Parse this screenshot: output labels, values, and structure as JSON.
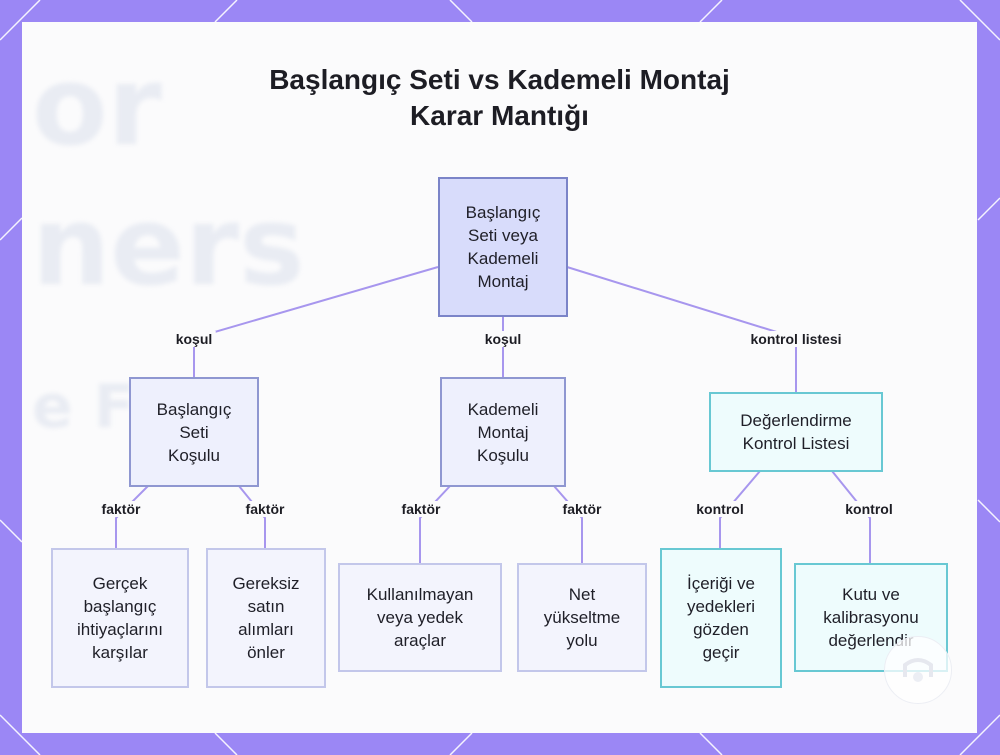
{
  "diagram": {
    "title_line1": "Başlangıç Seti vs Kademeli Montaj",
    "title_line2": "Karar Mantığı",
    "watermark": {
      "text1": "or",
      "text2": "ners",
      "text3": "e F"
    },
    "nodes": {
      "root": [
        "Başlangıç",
        "Seti veya",
        "Kademeli",
        "Montaj"
      ],
      "starter": [
        "Başlangıç",
        "Seti",
        "Koşulu"
      ],
      "incremental": [
        "Kademeli",
        "Montaj",
        "Koşulu"
      ],
      "checklist": [
        "Değerlendirme",
        "Kontrol Listesi"
      ],
      "leaf1": [
        "Gerçek",
        "başlangıç",
        "ihtiyaçlarını",
        "karşılar"
      ],
      "leaf2": [
        "Gereksiz",
        "satın",
        "alımları",
        "önler"
      ],
      "leaf3": [
        "Kullanılmayan",
        "veya yedek",
        "araçlar"
      ],
      "leaf4": [
        "Net",
        "yükseltme",
        "yolu"
      ],
      "leaf5": [
        "İçeriği ve",
        "yedekleri",
        "gözden",
        "geçir"
      ],
      "leaf6": [
        "Kutu ve",
        "kalibrasyonu",
        "değerlendir"
      ]
    },
    "edge_labels": {
      "root_starter": "koşul",
      "root_incremental": "koşul",
      "root_checklist": "kontrol listesi",
      "starter_leaf1": "faktör",
      "starter_leaf2": "faktör",
      "incremental_leaf3": "faktör",
      "incremental_leaf4": "faktör",
      "checklist_leaf5": "kontrol",
      "checklist_leaf6": "kontrol"
    },
    "colors": {
      "edge": "#9b87f5",
      "background": "#9b87f5"
    }
  }
}
